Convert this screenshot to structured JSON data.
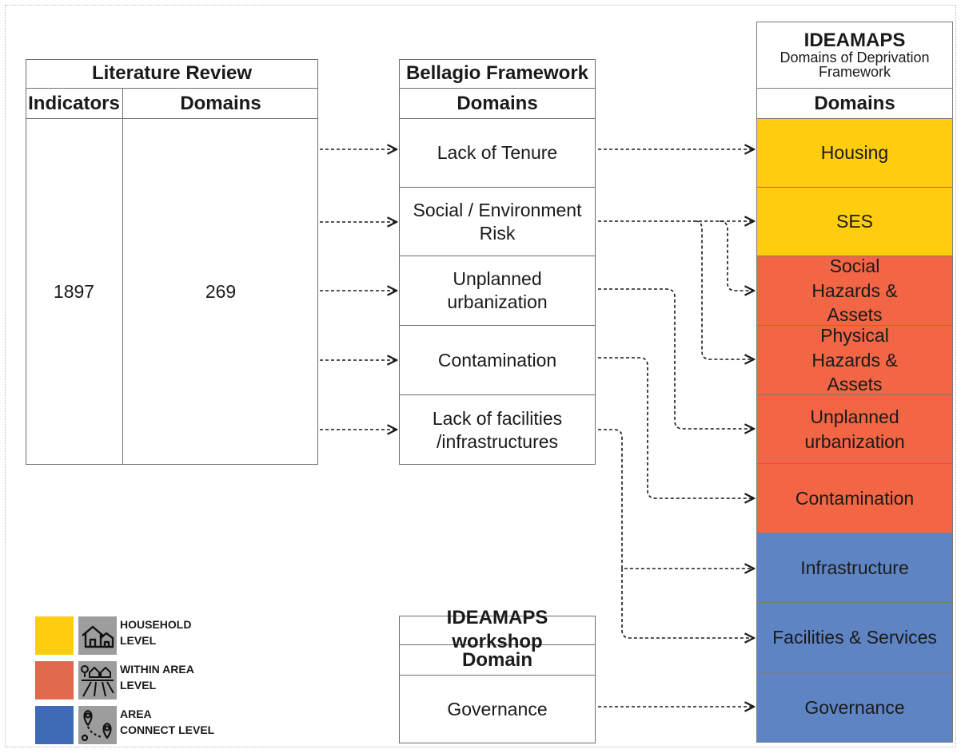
{
  "literature_review": {
    "title": "Literature Review",
    "col_indicators": "Indicators",
    "col_domains": "Domains",
    "indicators_value": "1897",
    "domains_value": "269"
  },
  "bellagio": {
    "title": "Bellagio Framework",
    "subheader": "Domains",
    "items": [
      "Lack of Tenure",
      "Social / Environment Risk",
      "Unplanned urbanization",
      "Contamination",
      "Lack of facilities /infrastructures"
    ]
  },
  "workshop": {
    "title": "IDEAMAPS workshop",
    "subheader": "Domain",
    "item": "Governance"
  },
  "ideamaps": {
    "title": "IDEAMAPS",
    "subtitle": "Domains of Deprivation Framework",
    "subheader": "Domains",
    "domains": [
      {
        "label": "Housing",
        "level": "household",
        "color": "#fecd0e"
      },
      {
        "label": "SES",
        "level": "household",
        "color": "#fecd0e"
      },
      {
        "label": "Social Hazards & Assets",
        "level": "within_area",
        "color": "#f26545"
      },
      {
        "label": "Physical Hazards & Assets",
        "level": "within_area",
        "color": "#f26545"
      },
      {
        "label": "Unplanned urbanization",
        "level": "within_area",
        "color": "#f26545"
      },
      {
        "label": "Contamination",
        "level": "within_area",
        "color": "#f26545"
      },
      {
        "label": "Infrastructure",
        "level": "area_connect",
        "color": "#5e84c3"
      },
      {
        "label": "Facilities & Services",
        "level": "area_connect",
        "color": "#5e84c3"
      },
      {
        "label": "Governance",
        "level": "area_connect",
        "color": "#5e84c3"
      }
    ]
  },
  "legend": [
    {
      "line1": "HOUSEHOLD",
      "line2": "LEVEL",
      "color": "#fecd0e",
      "icon": "house-icon"
    },
    {
      "line1": "WITHIN AREA",
      "line2": "LEVEL",
      "color": "#e0694d",
      "icon": "neighborhood-icon"
    },
    {
      "line1": "AREA",
      "line2": "CONNECT LEVEL",
      "color": "#3f6ab5",
      "icon": "route-pins-icon"
    }
  ]
}
